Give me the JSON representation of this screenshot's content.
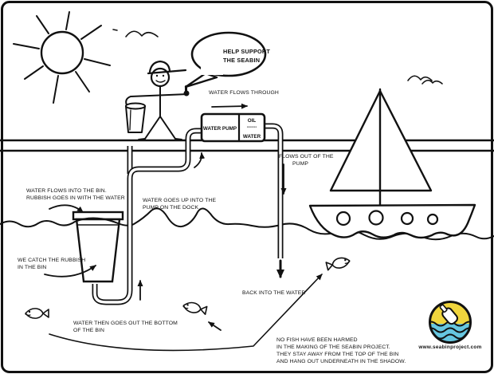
{
  "speech_bubble": {
    "line1": "HELP SUPPORT",
    "line2": "THE SEABIN"
  },
  "pump": {
    "name": "WATER PUMP",
    "oil": "OIL",
    "divider": "------",
    "water": "WATER"
  },
  "labels": {
    "flow_through": "WATER FLOWS THROUGH",
    "flow_out_1": "FLOWS OUT OF THE",
    "flow_out_2": "PUMP",
    "into_bin_1": "WATER FLOWS INTO THE BIN.",
    "into_bin_2": "RUBBISH GOES IN WITH THE WATER",
    "up_pump_1": "WATER GOES UP INTO THE",
    "up_pump_2": "PUMP ON THE DOCK",
    "catch_1": "WE CATCH THE RUBBISH",
    "catch_2": "IN THE BIN",
    "out_bottom_1": "WATER THEN GOES OUT THE BOTTOM",
    "out_bottom_2": "OF THE BIN",
    "back_into_water": "BACK INTO THE WATER",
    "no_fish_1": "NO FISH HAVE BEEN HARMED",
    "no_fish_2": "IN THE MAKING OF THE SEABIN PROJECT.",
    "no_fish_3": "THEY STAY AWAY FROM THE TOP OF THE BIN",
    "no_fish_4": "AND HANG OUT UNDERNEATH IN THE SHADOW."
  },
  "logo": {
    "url": "www.seabinproject.com",
    "sun_color": "#f0d53d",
    "sea_color": "#66c6e0"
  },
  "colors": {
    "ink": "#111111",
    "background": "#ffffff"
  }
}
